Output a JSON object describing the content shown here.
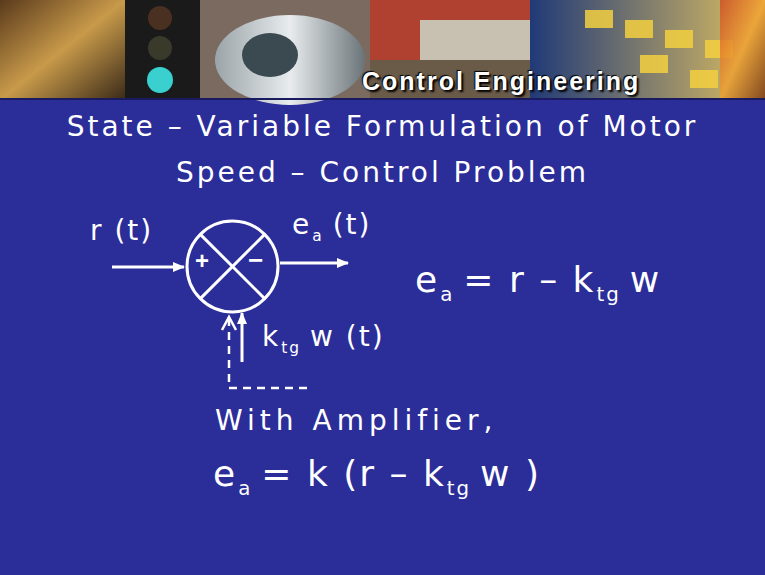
{
  "diagram": {
    "title": "State – Variable Formulation of Motor Speed – Control Problem",
    "nodes": [
      {
        "text": [
          "+",
          "−"
        ]
      }
    ],
    "labels": [
      "Control Engineering",
      "r (t)",
      "e",
      "a",
      "(t)",
      "k",
      "tg",
      "w (t)",
      "e",
      "a",
      "= r – k",
      "tg",
      "w",
      "With Amplifier,",
      "e",
      "a",
      "= k (r – k",
      "tg",
      "w )"
    ]
  }
}
